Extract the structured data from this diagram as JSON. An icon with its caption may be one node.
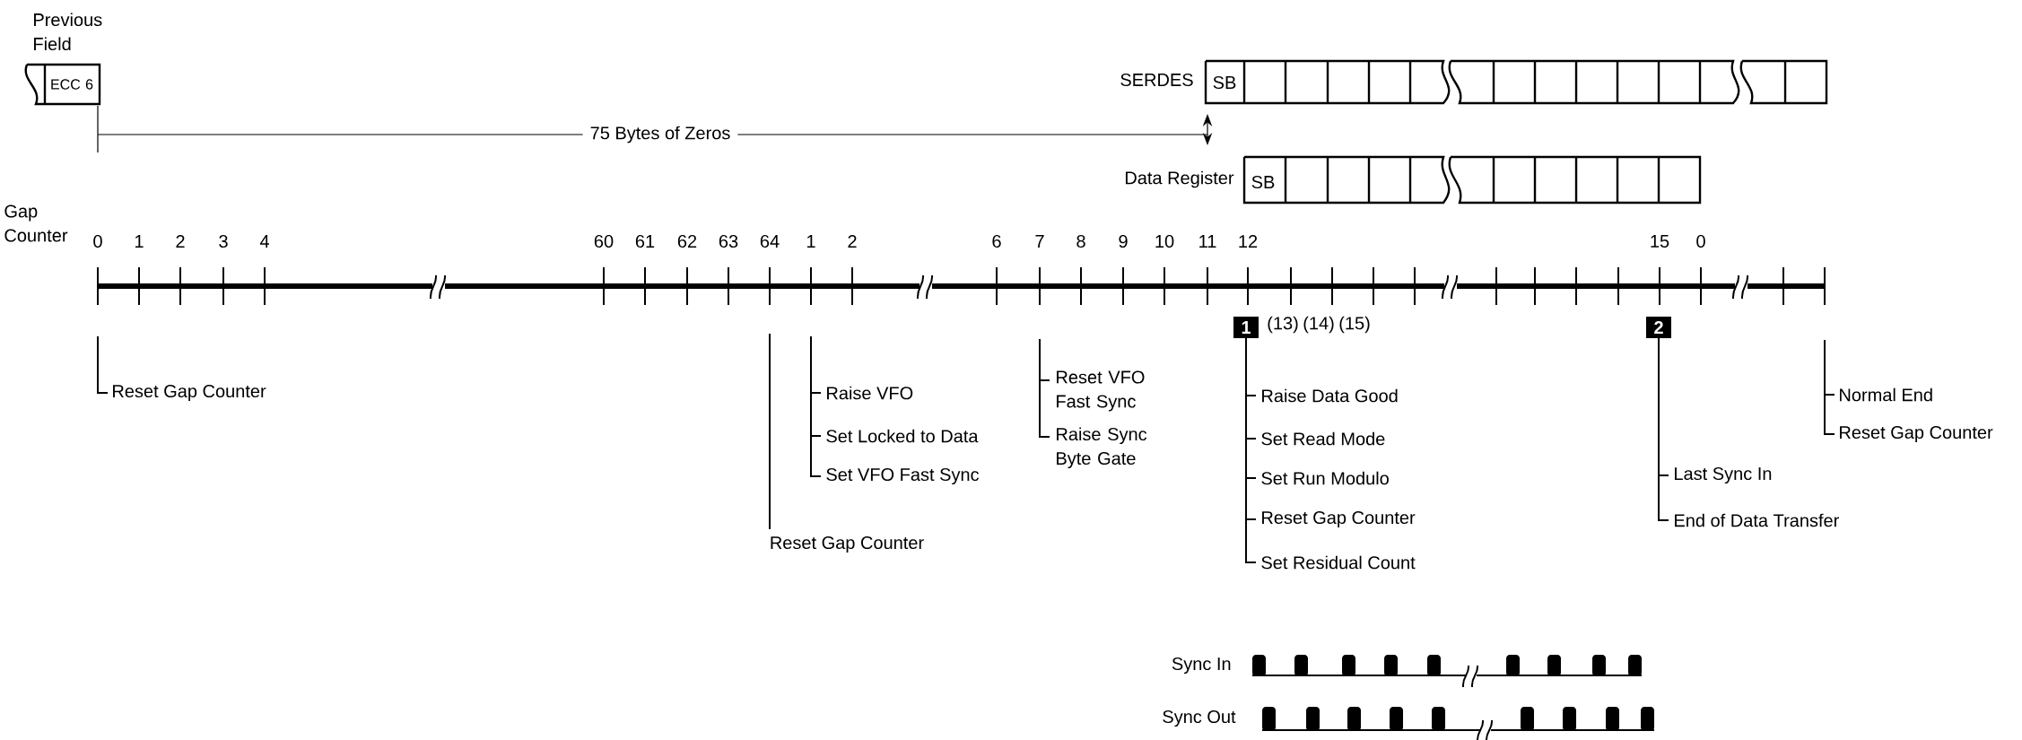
{
  "diagram": {
    "labels": [
      "Previous Field",
      "ECC 6",
      "SERDES",
      "SB",
      "75 Bytes of Zeros",
      "Data Register",
      "SB",
      "Gap Counter",
      "0",
      "1",
      "2",
      "3",
      "4",
      "60",
      "61",
      "62",
      "63",
      "64",
      "1",
      "2",
      "6",
      "7",
      "8",
      "9",
      "10",
      "11",
      "12",
      "15",
      "0",
      "1",
      "(13)",
      "(14)",
      "(15)",
      "2",
      "Reset Gap Counter",
      "Raise VFO",
      "Set Locked to Data",
      "Set VFO Fast Sync",
      "Reset VFO Fast Sync",
      "Raise Sync Byte Gate",
      "Reset Gap Counter",
      "Raise Data Good",
      "Set Read Mode",
      "Set Run Modulo",
      "Reset Gap Counter",
      "Set Residual Count",
      "Normal End",
      "Reset Gap Counter",
      "Last Sync In",
      "End of Data Transfer",
      "Sync In",
      "Sync Out"
    ]
  }
}
